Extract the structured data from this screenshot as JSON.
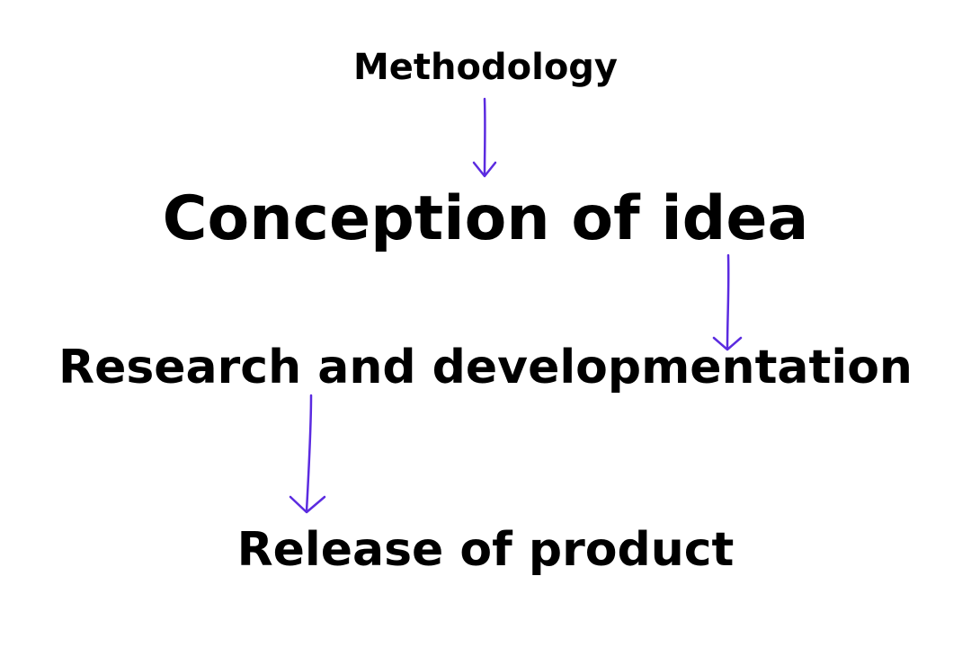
{
  "diagram": {
    "nodes": [
      {
        "id": "methodology",
        "label": "Methodology"
      },
      {
        "id": "conception",
        "label": "Conception of idea"
      },
      {
        "id": "research",
        "label": "Research and developmentation"
      },
      {
        "id": "release",
        "label": "Release of product"
      }
    ],
    "edges": [
      {
        "from": "methodology",
        "to": "conception"
      },
      {
        "from": "conception",
        "to": "research"
      },
      {
        "from": "research",
        "to": "release"
      }
    ]
  },
  "colors": {
    "arrow": "#5b2be0",
    "text": "#000000",
    "background": "#ffffff"
  }
}
